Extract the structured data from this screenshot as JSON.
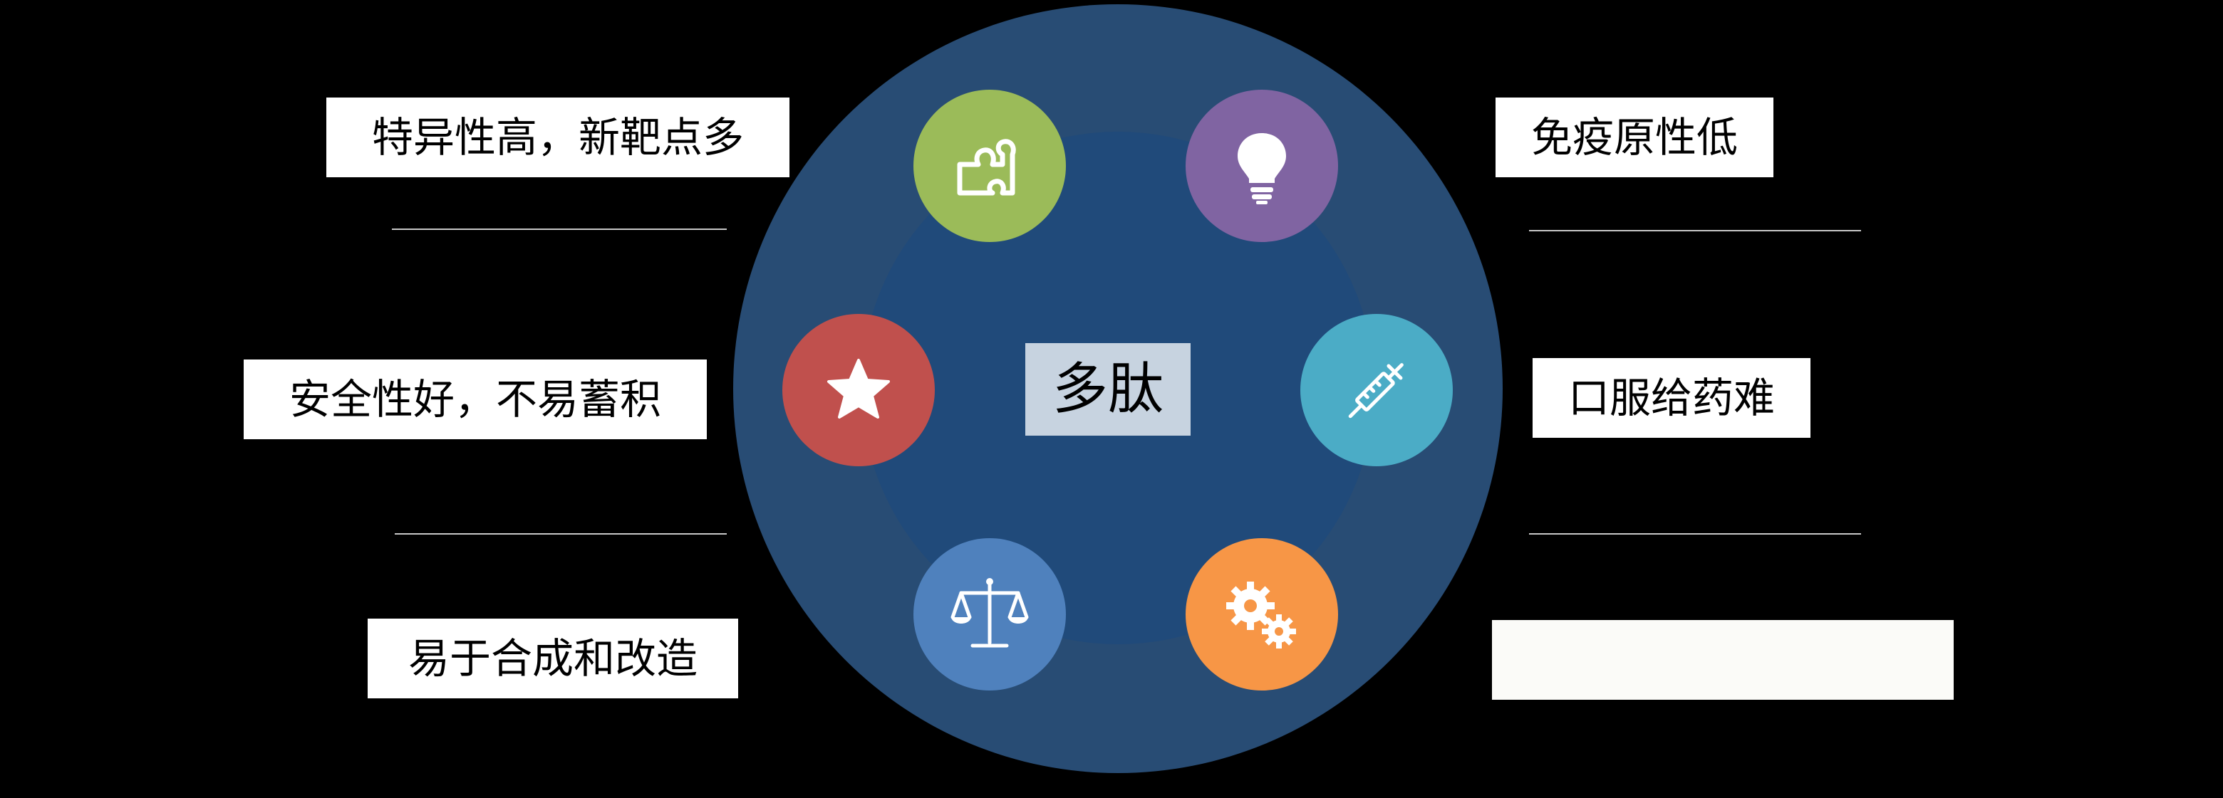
{
  "center": {
    "label": "多肽"
  },
  "features_left": [
    {
      "text": "特异性高，新靶点多",
      "icon": "puzzle-icon",
      "color": "#9bbb59"
    },
    {
      "text": "安全性好，不易蓄积",
      "icon": "star-icon",
      "color": "#c0504d"
    },
    {
      "text": "易于合成和改造",
      "icon": "balance-scale-icon",
      "color": "#4f81bd"
    }
  ],
  "features_right": [
    {
      "text": "免疫原性低",
      "icon": "lightbulb-icon",
      "color": "#8064a2"
    },
    {
      "text": "口服给药难",
      "icon": "syringe-icon",
      "color": "#4bacc6"
    },
    {
      "text": "",
      "icon": "gears-icon",
      "color": "#f79646"
    }
  ],
  "colors": {
    "background": "#000000",
    "outer_circle": "#284c74",
    "inner_circle": "#204a7a",
    "center_box": "#c7d3e0"
  }
}
